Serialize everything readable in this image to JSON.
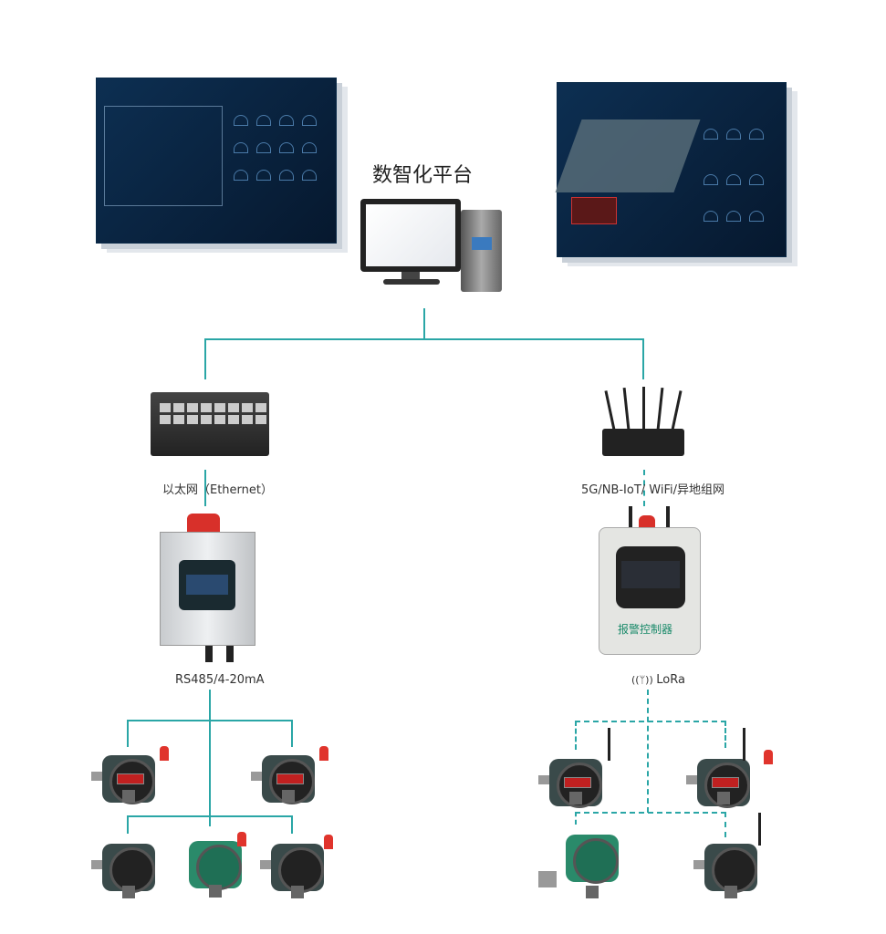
{
  "platform": {
    "title": "数智化平台"
  },
  "left_branch": {
    "network_label": "以太网（Ethernet）",
    "bus_label": "RS485/4-20mA"
  },
  "right_branch": {
    "network_label": "5G/NB-IoT/ WiFi/异地组网",
    "bus_label": "LoRa",
    "controller_label": "报警控制器",
    "wireless_icon": "antenna-signal-icon"
  },
  "colors": {
    "connector": "#2aa6a6",
    "screen_bg": "#0d2f52"
  }
}
